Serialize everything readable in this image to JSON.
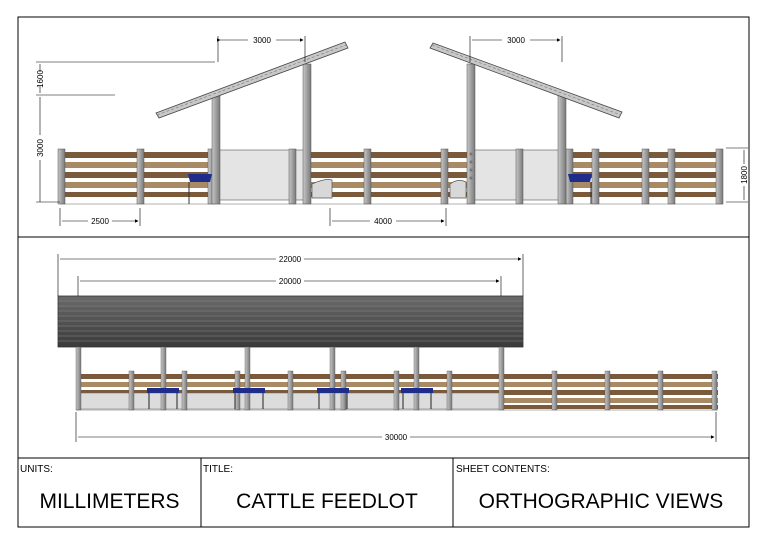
{
  "title_block": {
    "units_label": "UNITS:",
    "units_value": "MILLIMETERS",
    "title_label": "TITLE:",
    "title_value": "CATTLE FEEDLOT",
    "contents_label": "SHEET CONTENTS:",
    "contents_value": "ORTHOGRAPHIC VIEWS"
  },
  "front_view": {
    "dims": {
      "roof_width_left": "3000",
      "roof_width_right": "3000",
      "roof_rise": "1600",
      "post_height": "3000",
      "fence_height": "1800",
      "fence_bay": "2500",
      "gate_gap": "4000"
    }
  },
  "plan_view": {
    "dims": {
      "overall_roof": "22000",
      "roof_span": "20000",
      "overall_length": "30000"
    }
  },
  "colors": {
    "wood": "#7a5a3a",
    "wood_light": "#a88a64",
    "post": "#9a9a9a",
    "trough": "#1f2d8a",
    "roof": "#4d4d4d"
  }
}
